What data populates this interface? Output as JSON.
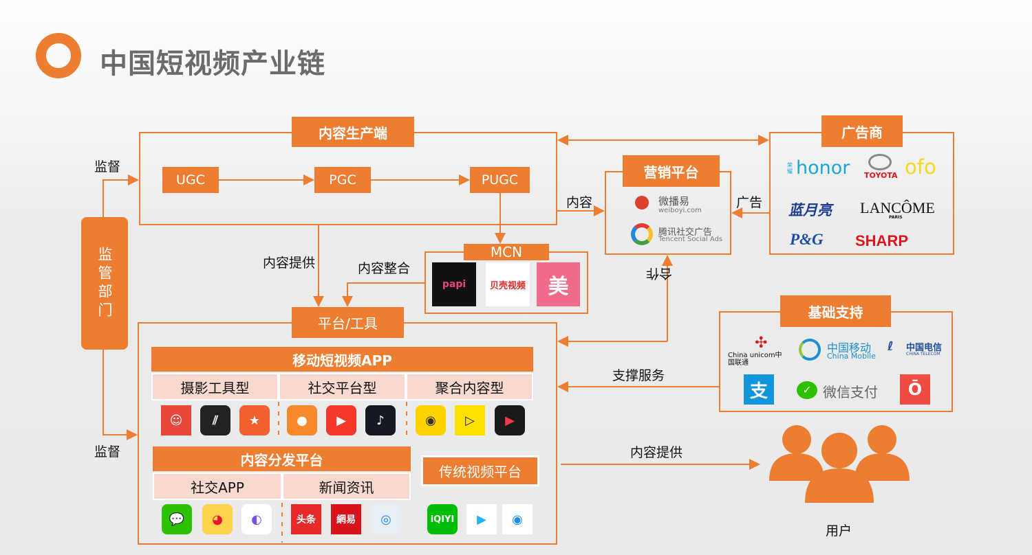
{
  "title": "中国短视频产业链",
  "producer": {
    "header": "内容生产端",
    "nodes": [
      "UGC",
      "PGC",
      "PUGC"
    ]
  },
  "regulator": {
    "label": "监管部门",
    "supervise_top": "监督",
    "supervise_bottom": "监督"
  },
  "mcn": {
    "header": "MCN",
    "logos": [
      "papi",
      "贝壳视频",
      "美"
    ]
  },
  "platform": {
    "header": "平台/工具",
    "mobile_app": {
      "title": "移动短视频APP",
      "categories": [
        "摄影工具型",
        "社交平台型",
        "聚合内容型"
      ]
    },
    "distribution": {
      "title": "内容分发平台",
      "categories": [
        "社交APP",
        "新闻资讯"
      ]
    },
    "traditional": {
      "title": "传统视频平台"
    }
  },
  "marketing": {
    "header": "营销平台",
    "logos": [
      {
        "name": "微播易",
        "sub": "weiboyi.com"
      },
      {
        "name": "腾讯社交广告",
        "sub": "Tencent Social Ads"
      }
    ]
  },
  "advertisers": {
    "header": "广告商",
    "logos": [
      "honor",
      "TOYOTA",
      "ofo",
      "蓝月亮",
      "LANCÔME",
      "PARIS",
      "P&G",
      "SHARP"
    ],
    "honor_cn": "荣耀"
  },
  "infra": {
    "header": "基础支持",
    "logos": [
      "China unicom中国联通",
      "中国移动",
      "China Mobile",
      "中国电信",
      "CHINA TELECOM",
      "支",
      "微信支付"
    ]
  },
  "edges": {
    "content_provide_1": "内容提供",
    "content_integrate": "内容整合",
    "content": "内容",
    "ads": "广告",
    "cooperate": "合作",
    "support": "支撑服务",
    "content_provide_2": "内容提供"
  },
  "users": {
    "label": "用户"
  },
  "colors": {
    "accent": "#ED7D31",
    "light": "#F8D9CF"
  }
}
